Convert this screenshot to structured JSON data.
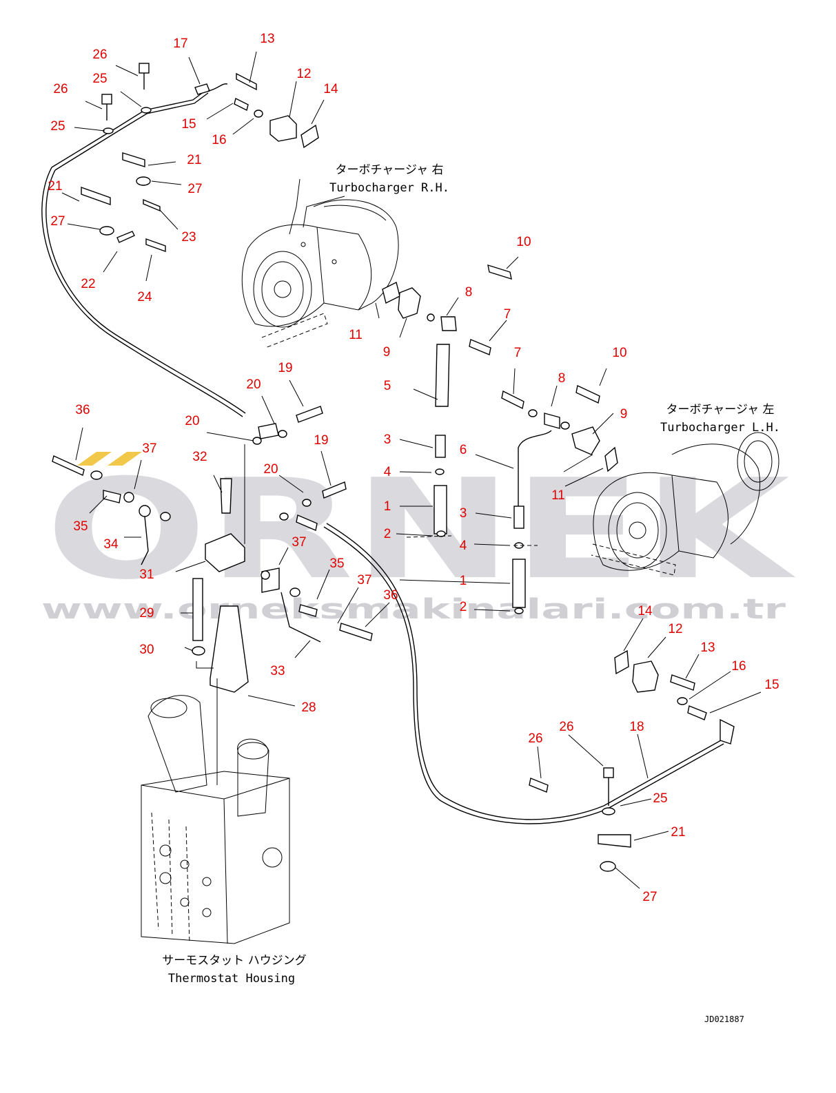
{
  "watermark": {
    "brand": "ORNEK",
    "url": "www.orneksmakinalari.com.tr",
    "chevron_color": "#f2c84a",
    "text_color": "#d9d9de"
  },
  "assembly_labels": {
    "turbo_rh_jp": "ターボチャージャ 右",
    "turbo_rh_en": "Turbocharger R.H.",
    "turbo_lh_jp": "ターボチャージャ 左",
    "turbo_lh_en": "Turbocharger L.H.",
    "thermostat_jp": "サーモスタット ハウジング",
    "thermostat_en": "Thermostat Housing"
  },
  "drawing_code": "JD021887",
  "callout_color": "#e00000",
  "callouts": {
    "c26a": "26",
    "c17": "17",
    "c13a": "13",
    "c25a": "25",
    "c12a": "12",
    "c26b": "26",
    "c14a": "14",
    "c25b": "25",
    "c15a": "15",
    "c16a": "16",
    "c21a": "21",
    "c21b": "21",
    "c27a": "27",
    "c27b": "27",
    "c23": "23",
    "c22": "22",
    "c24": "24",
    "c10a": "10",
    "c8a": "8",
    "c7a": "7",
    "c11a": "11",
    "c9a": "9",
    "c19a": "19",
    "c20a": "20",
    "c5": "5",
    "c7b": "7",
    "c8b": "8",
    "c10b": "10",
    "c9b": "9",
    "c36a": "36",
    "c20b": "20",
    "c37a": "37",
    "c32": "32",
    "c19b": "19",
    "c3a": "3",
    "c6": "6",
    "c4a": "4",
    "c20c": "20",
    "c11b": "11",
    "c35a": "35",
    "c1a": "1",
    "c3b": "3",
    "c2a": "2",
    "c34": "34",
    "c37b": "37",
    "c4b": "4",
    "c31": "31",
    "c35b": "35",
    "c1b": "1",
    "c37c": "37",
    "c36b": "36",
    "c2b": "2",
    "c29": "29",
    "c14b": "14",
    "c12b": "12",
    "c13b": "13",
    "c30": "30",
    "c33": "33",
    "c16b": "16",
    "c15b": "15",
    "c28": "28",
    "c26c": "26",
    "c18": "18",
    "c26d": "26",
    "c25c": "25",
    "c21c": "21",
    "c27c": "27"
  }
}
